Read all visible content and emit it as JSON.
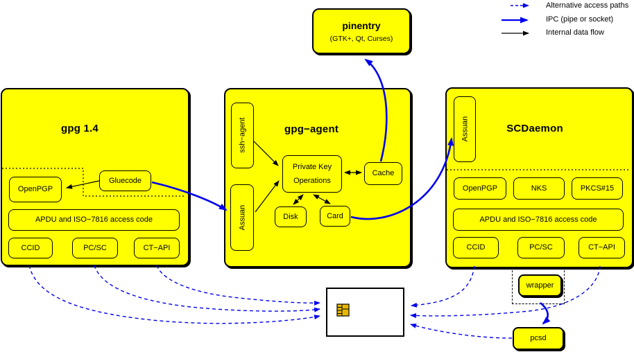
{
  "legend": {
    "alt": "Alternative access paths",
    "ipc": "IPC (pipe or socket)",
    "internal": "Internal data flow"
  },
  "pinentry": {
    "title": "pinentry",
    "subtitle": "(GTK+, Qt, Curses)"
  },
  "gpg14": {
    "title": "gpg 1.4",
    "gluecode": "Gluecode",
    "openpgp": "OpenPGP",
    "apdu": "APDU and ISO−7816 access code",
    "ccid": "CCID",
    "pcsc": "PC/SC",
    "ctapi": "CT−API"
  },
  "agent": {
    "title": "gpg−agent",
    "ssh": "ssh−agent",
    "assuan": "Assuan",
    "pko1": "Private Key",
    "pko2": "Operations",
    "cache": "Cache",
    "disk": "Disk",
    "card": "Card"
  },
  "scd": {
    "title": "SCDaemon",
    "assuan": "Assuan",
    "openpgp": "OpenPGP",
    "nks": "NKS",
    "pkcs15": "PKCS#15",
    "apdu": "APDU and ISO−7816 access code",
    "ccid": "CCID",
    "pcsc": "PC/SC",
    "ctapi": "CT−API"
  },
  "wrapper": {
    "label": "wrapper"
  },
  "pcsd": {
    "label": "pcsd"
  },
  "icons": {
    "chip": "smartcard-chip-icon",
    "legend_dashed": "dashed-arrow-icon",
    "legend_ipc": "thick-arrow-icon",
    "legend_internal": "thin-arrow-icon"
  },
  "colors": {
    "box_fill": "#ffff00",
    "line_blue": "#0000ee",
    "line_black": "#000000",
    "chip_gold": "#e8b800",
    "background": "#ffffff"
  }
}
